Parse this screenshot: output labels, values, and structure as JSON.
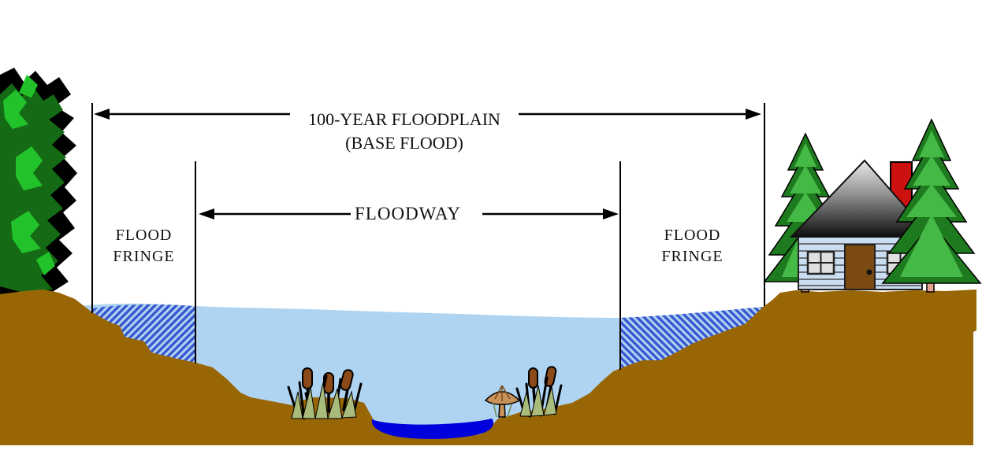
{
  "labels": {
    "floodplain_line1": "100-YEAR FLOODPLAIN",
    "floodplain_line2": "(BASE FLOOD)",
    "floodway": "FLOODWAY",
    "fringe_left_line1": "FLOOD",
    "fringe_left_line2": "FRINGE",
    "fringe_right_line1": "FLOOD",
    "fringe_right_line2": "FRINGE"
  },
  "colors": {
    "ground": "#996605",
    "water": "#AED4F2",
    "hatch": "#3A57D0",
    "pond": "#0000DC",
    "chimney": "#CC1111",
    "siding": "#CBDDF0",
    "sidingLine": "#333333",
    "door": "#7B4A12",
    "windowPane": "#E0E0E0",
    "pineDark": "#1E7A1E",
    "pineLight": "#45B945",
    "treeBright": "#22C32A",
    "treeDark": "#156B15",
    "trunk": "#E8A090",
    "grass": "#A9BC7C",
    "cattail": "#8B4A17",
    "mushroom": "#C8925A",
    "line": "#000000"
  }
}
